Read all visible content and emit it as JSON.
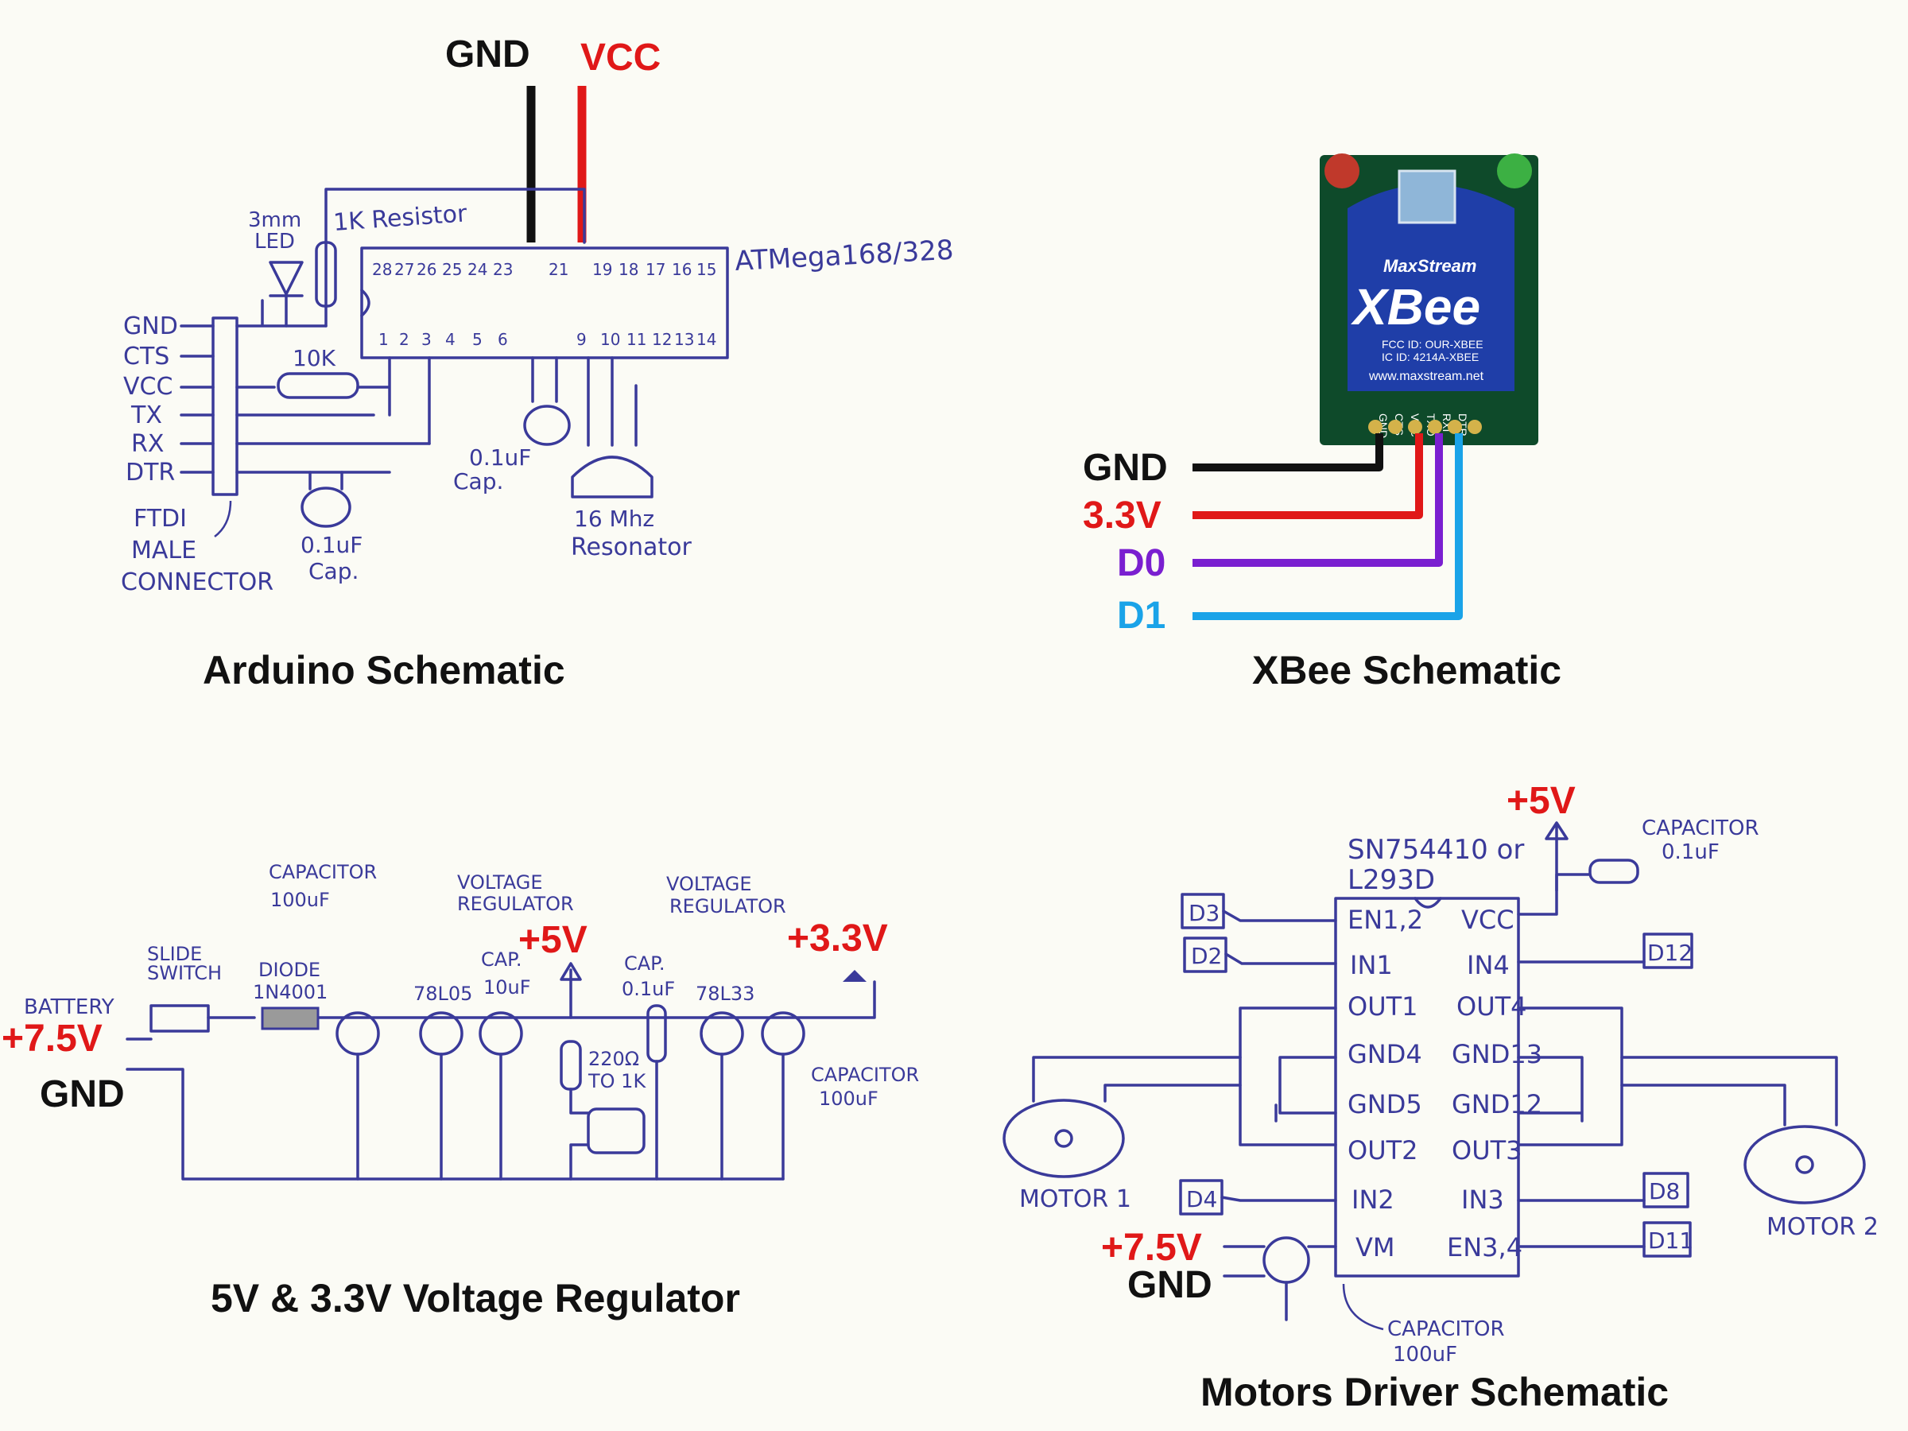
{
  "colors": {
    "ink": "#3a3a9a",
    "gnd": "#111111",
    "vcc": "#e01818",
    "d0": "#7a1fd0",
    "d1": "#1aa3e8",
    "xbee_board": "#0e4a2a"
  },
  "arduino": {
    "caption": "Arduino Schematic",
    "gnd_label": "GND",
    "vcc_label": "VCC",
    "chip_label": "ATMega168/328",
    "resistor_label": "1K Resistor",
    "led_label_1": "3mm",
    "led_label_2": "LED",
    "r10k": "10K",
    "cap1_label_1": "0.1uF",
    "cap1_label_2": "Cap.",
    "cap2_label_1": "0.1uF",
    "cap2_label_2": "Cap.",
    "resonator_1": "16 Mhz",
    "resonator_2": "Resonator",
    "ftdi_1": "FTDI",
    "ftdi_2": "MALE",
    "ftdi_3": "CONNECTOR",
    "ftdi_pins": [
      "GND",
      "CTS",
      "VCC",
      "TX",
      "RX",
      "DTR"
    ],
    "top_pins": [
      "28",
      "27",
      "26",
      "25",
      "24",
      "23",
      "21",
      "19",
      "18",
      "17",
      "16",
      "15"
    ],
    "bottom_pins": [
      "1",
      "2",
      "3",
      "4",
      "5",
      "6",
      "9",
      "10",
      "11",
      "12",
      "13",
      "14"
    ]
  },
  "xbee": {
    "caption": "XBee Schematic",
    "brand": "MaxStream",
    "name": "XBee",
    "fcc_1": "FCC ID: OUR-XBEE",
    "fcc_2": "IC ID: 4214A-XBEE",
    "url": "www.maxstream.net",
    "pin_labels": [
      "GND",
      "CTS",
      "VCC",
      "TXO",
      "RXI",
      "DTR"
    ],
    "wires": [
      {
        "label": "GND",
        "color": "#111111"
      },
      {
        "label": "3.3V",
        "color": "#e01818"
      },
      {
        "label": "D0",
        "color": "#7a1fd0"
      },
      {
        "label": "D1",
        "color": "#1aa3e8"
      }
    ]
  },
  "regulator": {
    "caption": "5V & 3.3V Voltage Regulator",
    "battery": "BATTERY",
    "v75": "+7.5V",
    "gnd": "GND",
    "v5": "+5V",
    "v33": "+3.3V",
    "slide_1": "SLIDE",
    "slide_2": "SWITCH",
    "diode_1": "DIODE",
    "diode_2": "1N4001",
    "cap100_1": "CAPACITOR",
    "cap100_2": "100uF",
    "vreg1_1": "VOLTAGE",
    "vreg1_2": "REGULATOR",
    "reg5": "78L05",
    "cap10_1": "CAP.",
    "cap10_2": "10uF",
    "res_1": "220Ω",
    "res_2": "TO 1K",
    "cap01_1": "CAP.",
    "cap01_2": "0.1uF",
    "vreg2_1": "VOLTAGE",
    "vreg2_2": "REGULATOR",
    "reg33": "78L33",
    "capout_1": "CAPACITOR",
    "capout_2": "100uF"
  },
  "motor": {
    "caption": "Motors Driver Schematic",
    "chip_1": "SN754410 or",
    "chip_2": "L293D",
    "v5": "+5V",
    "v75": "+7.5V",
    "gnd": "GND",
    "cap01_1": "CAPACITOR",
    "cap01_2": "0.1uF",
    "cap100_1": "CAPACITOR",
    "cap100_2": "100uF",
    "motor1": "MOTOR 1",
    "motor2": "MOTOR 2",
    "left_pins": [
      "EN1,2",
      "IN1",
      "OUT1",
      "GND4",
      "GND5",
      "OUT2",
      "IN2",
      "VM"
    ],
    "right_pins": [
      "VCC",
      "IN4",
      "OUT4",
      "GND13",
      "GND12",
      "OUT3",
      "IN3",
      "EN3,4"
    ],
    "left_tags": [
      "D3",
      "D2",
      "D4"
    ],
    "right_tags": [
      "D12",
      "D8",
      "D11"
    ]
  }
}
